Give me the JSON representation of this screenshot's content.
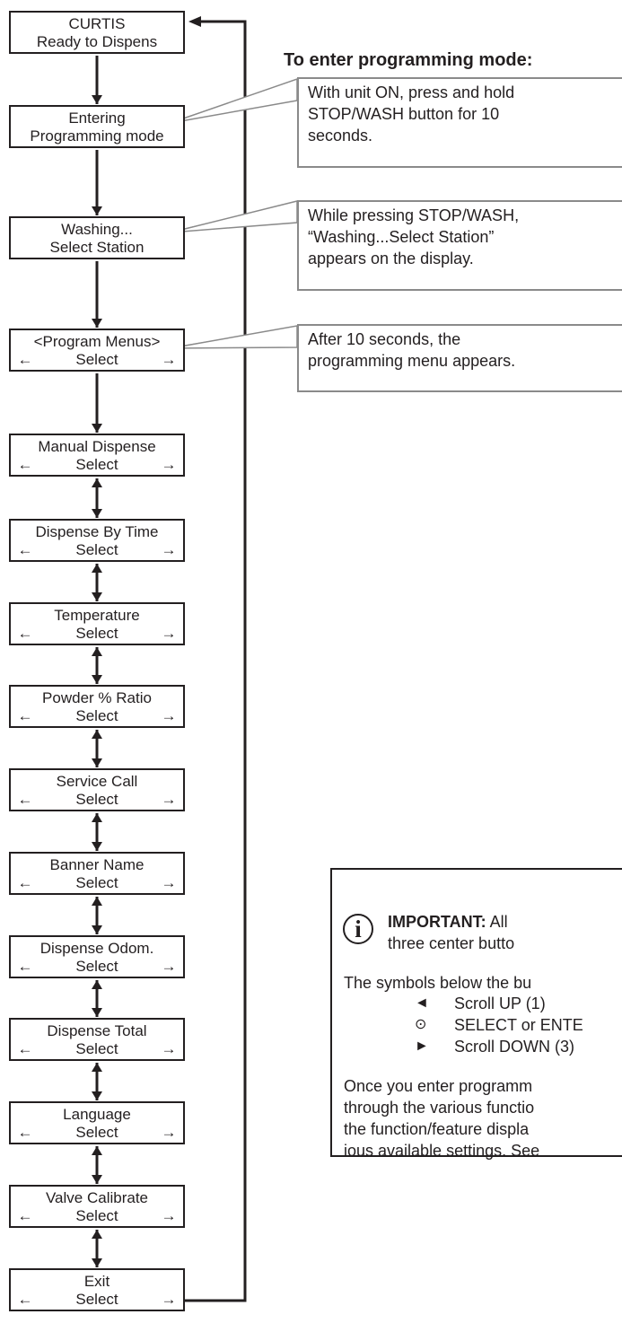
{
  "heading": "To enter programming mode:",
  "nodes": [
    {
      "line1": "CURTIS",
      "line2": "Ready to Dispens",
      "nav": false
    },
    {
      "line1": "Entering",
      "line2": "Programming mode",
      "nav": false
    },
    {
      "line1": "Washing...",
      "line2": "Select Station",
      "nav": false
    },
    {
      "line1": "<Program Menus>",
      "left": "←",
      "center": "Select",
      "right": "→",
      "nav": true
    },
    {
      "line1": "Manual Dispense",
      "left": "←",
      "center": "Select",
      "right": "→",
      "nav": true
    },
    {
      "line1": "Dispense By Time",
      "left": "←",
      "center": "Select",
      "right": "→",
      "nav": true
    },
    {
      "line1": "Temperature",
      "left": "←",
      "center": "Select",
      "right": "→",
      "nav": true
    },
    {
      "line1": "Powder % Ratio",
      "left": "←",
      "center": "Select",
      "right": "→",
      "nav": true
    },
    {
      "line1": "Service Call",
      "left": "←",
      "center": "Select",
      "right": "→",
      "nav": true
    },
    {
      "line1": "Banner Name",
      "left": "←",
      "center": "Select",
      "right": "→",
      "nav": true
    },
    {
      "line1": "Dispense Odom.",
      "left": "←",
      "center": "Select",
      "right": "→",
      "nav": true
    },
    {
      "line1": "Dispense Total",
      "left": "←",
      "center": "Select",
      "right": "→",
      "nav": true
    },
    {
      "line1": "Language",
      "left": "←",
      "center": "Select",
      "right": "→",
      "nav": true
    },
    {
      "line1": "Valve Calibrate",
      "left": "←",
      "center": "Select",
      "right": "→",
      "nav": true
    },
    {
      "line1": "Exit",
      "left": "←",
      "center": "Select",
      "right": "→",
      "nav": true
    }
  ],
  "callouts": [
    {
      "lines": [
        "With unit ON, press and hold",
        "STOP/WASH button for 10",
        "seconds."
      ]
    },
    {
      "lines": [
        "While pressing STOP/WASH,",
        "“Washing...Select Station”",
        "appears on the display."
      ]
    },
    {
      "lines": [
        "After 10 seconds, the",
        "programming menu appears."
      ]
    }
  ],
  "important": {
    "label": "IMPORTANT:",
    "line1_rest": "All",
    "line2": "three center butto",
    "intro": "The symbols below the bu",
    "symbols": [
      {
        "icon": "◄",
        "text": "Scroll UP (1)"
      },
      {
        "icon": "⊙",
        "text": "SELECT or ENTE"
      },
      {
        "icon": "►",
        "text": "Scroll DOWN (3)"
      }
    ],
    "para": [
      "Once you enter programm",
      "through the various functio",
      "the function/feature displa",
      "ious available settings. See"
    ]
  }
}
